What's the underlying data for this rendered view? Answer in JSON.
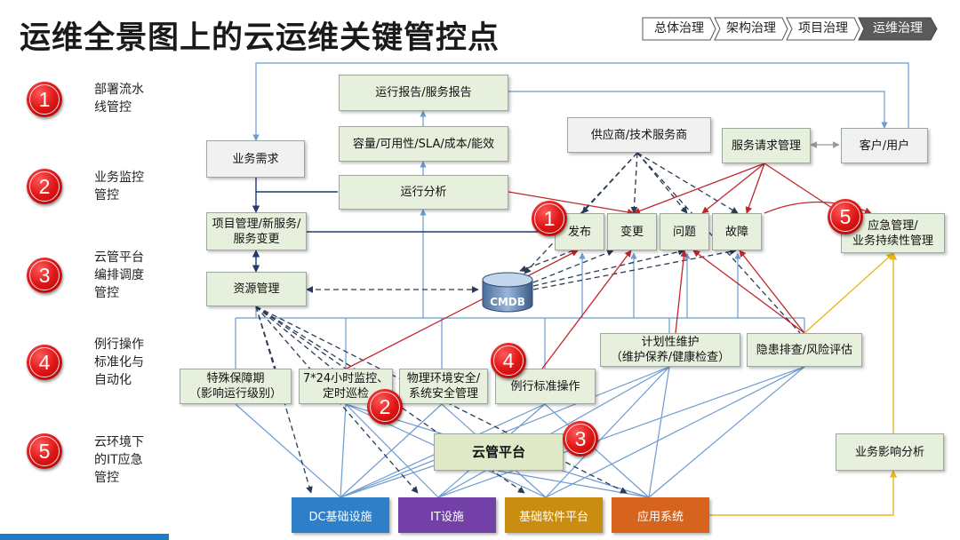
{
  "title": "运维全景图上的云运维关键管控点",
  "breadcrumb": [
    "总体治理",
    "架构治理",
    "项目治理",
    "运维治理"
  ],
  "legend": [
    {
      "num": "1",
      "lines": [
        "部署流水",
        "线管控"
      ]
    },
    {
      "num": "2",
      "lines": [
        "业务监控",
        "管控"
      ]
    },
    {
      "num": "3",
      "lines": [
        "云管平台",
        "编排调度",
        "管控"
      ]
    },
    {
      "num": "4",
      "lines": [
        "例行操作",
        "标准化与",
        "自动化"
      ]
    },
    {
      "num": "5",
      "lines": [
        "云环境下",
        "的IT应急",
        "管控"
      ]
    }
  ],
  "boxes": {
    "report": "运行报告/服务报告",
    "capacity": "容量/可用性/SLA/成本/能效",
    "analysis": "运行分析",
    "biz_demand": "业务需求",
    "project_mgmt": [
      "项目管理/新服务/",
      "服务变更"
    ],
    "resource_mgmt": "资源管理",
    "supplier": "供应商/技术服务商",
    "service_request": "服务请求管理",
    "customer": "客户/用户",
    "release": "发布",
    "change": "变更",
    "problem": "问题",
    "fault": "故障",
    "emergency": [
      "应急管理/",
      "业务持续性管理"
    ],
    "special": [
      "特殊保障期",
      "（影响运行级别）"
    ],
    "monitor": [
      "7*24小时监控、",
      "定时巡检"
    ],
    "security": [
      "物理环境安全/",
      "系统安全管理"
    ],
    "routine": "例行标准操作",
    "planned": [
      "计划性维护",
      "（维护保养/健康检查）"
    ],
    "risk": "隐患排查/风险评估",
    "cloud": "云管平台",
    "impact": "业务影响分析",
    "cmdb": "CMDB"
  },
  "diagram_badges": [
    "1",
    "2",
    "3",
    "4",
    "5"
  ],
  "bottom": [
    {
      "label": "DC基础设施",
      "color": "#2e7fc8"
    },
    {
      "label": "IT设施",
      "color": "#7340a8"
    },
    {
      "label": "基础软件平台",
      "color": "#c98d12"
    },
    {
      "label": "应用系统",
      "color": "#d6641e"
    }
  ],
  "colors": {
    "accent": "#1f7ac7",
    "badge": "#e01818",
    "box_fill": "#e7f0dc"
  }
}
